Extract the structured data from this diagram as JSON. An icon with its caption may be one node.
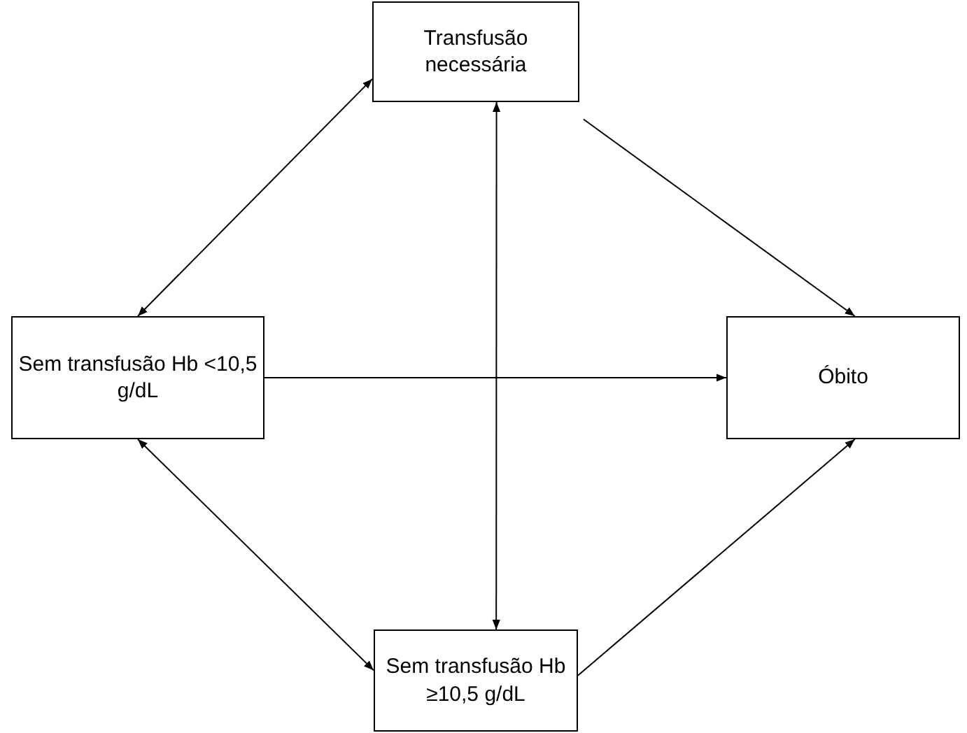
{
  "diagram": {
    "nodes": [
      {
        "text": [
          "Transfusão necessária"
        ]
      },
      {
        "text": [
          "Sem transfusão Hb <10,5 g/dL"
        ]
      },
      {
        "text": [
          "Óbito"
        ]
      },
      {
        "text": [
          "Sem transfusão Hb ≥10,5 g/dL"
        ]
      }
    ],
    "edges": [
      {
        "from": 1,
        "to": 0,
        "arrow": "both"
      },
      {
        "from": 0,
        "to": 2,
        "arrow": "to"
      },
      {
        "from": 0,
        "to": 3,
        "arrow": "both"
      },
      {
        "from": 1,
        "to": 2,
        "arrow": "to"
      },
      {
        "from": 1,
        "to": 3,
        "arrow": "both"
      },
      {
        "from": 3,
        "to": 2,
        "arrow": "to"
      }
    ]
  }
}
